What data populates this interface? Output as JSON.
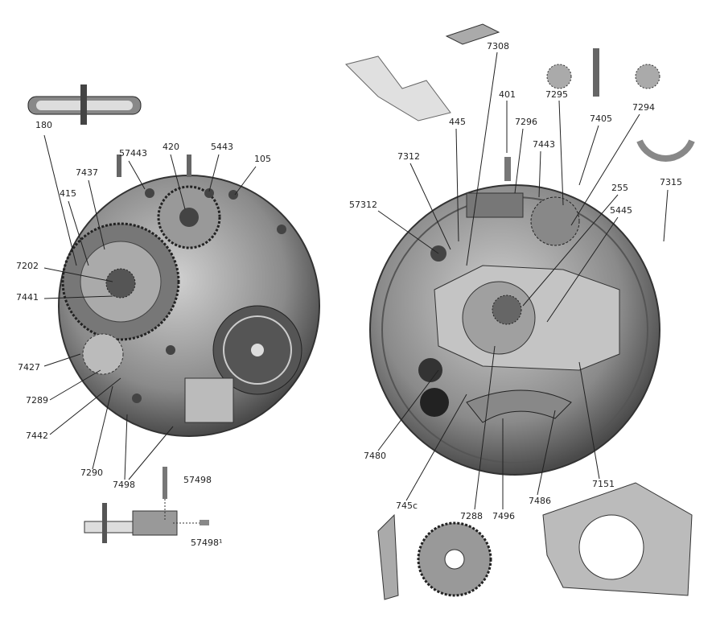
{
  "left_movement": {
    "labels": [
      "180",
      "57443",
      "420",
      "5443",
      "105",
      "7437",
      "415",
      "7202",
      "7441",
      "7427",
      "7289",
      "7442",
      "7290",
      "7498",
      "57498",
      "57498¹"
    ]
  },
  "right_movement": {
    "labels": [
      "7308",
      "401",
      "7295",
      "7405",
      "7294",
      "445",
      "7296",
      "7443",
      "7312",
      "7315",
      "57312",
      "255",
      "5445",
      "7480",
      "745c",
      "7288",
      "7496",
      "7486",
      "7151"
    ]
  },
  "colors": {
    "metal": "#9a9a9a",
    "dark": "#3a3a3a",
    "light": "#d8d8d8"
  }
}
